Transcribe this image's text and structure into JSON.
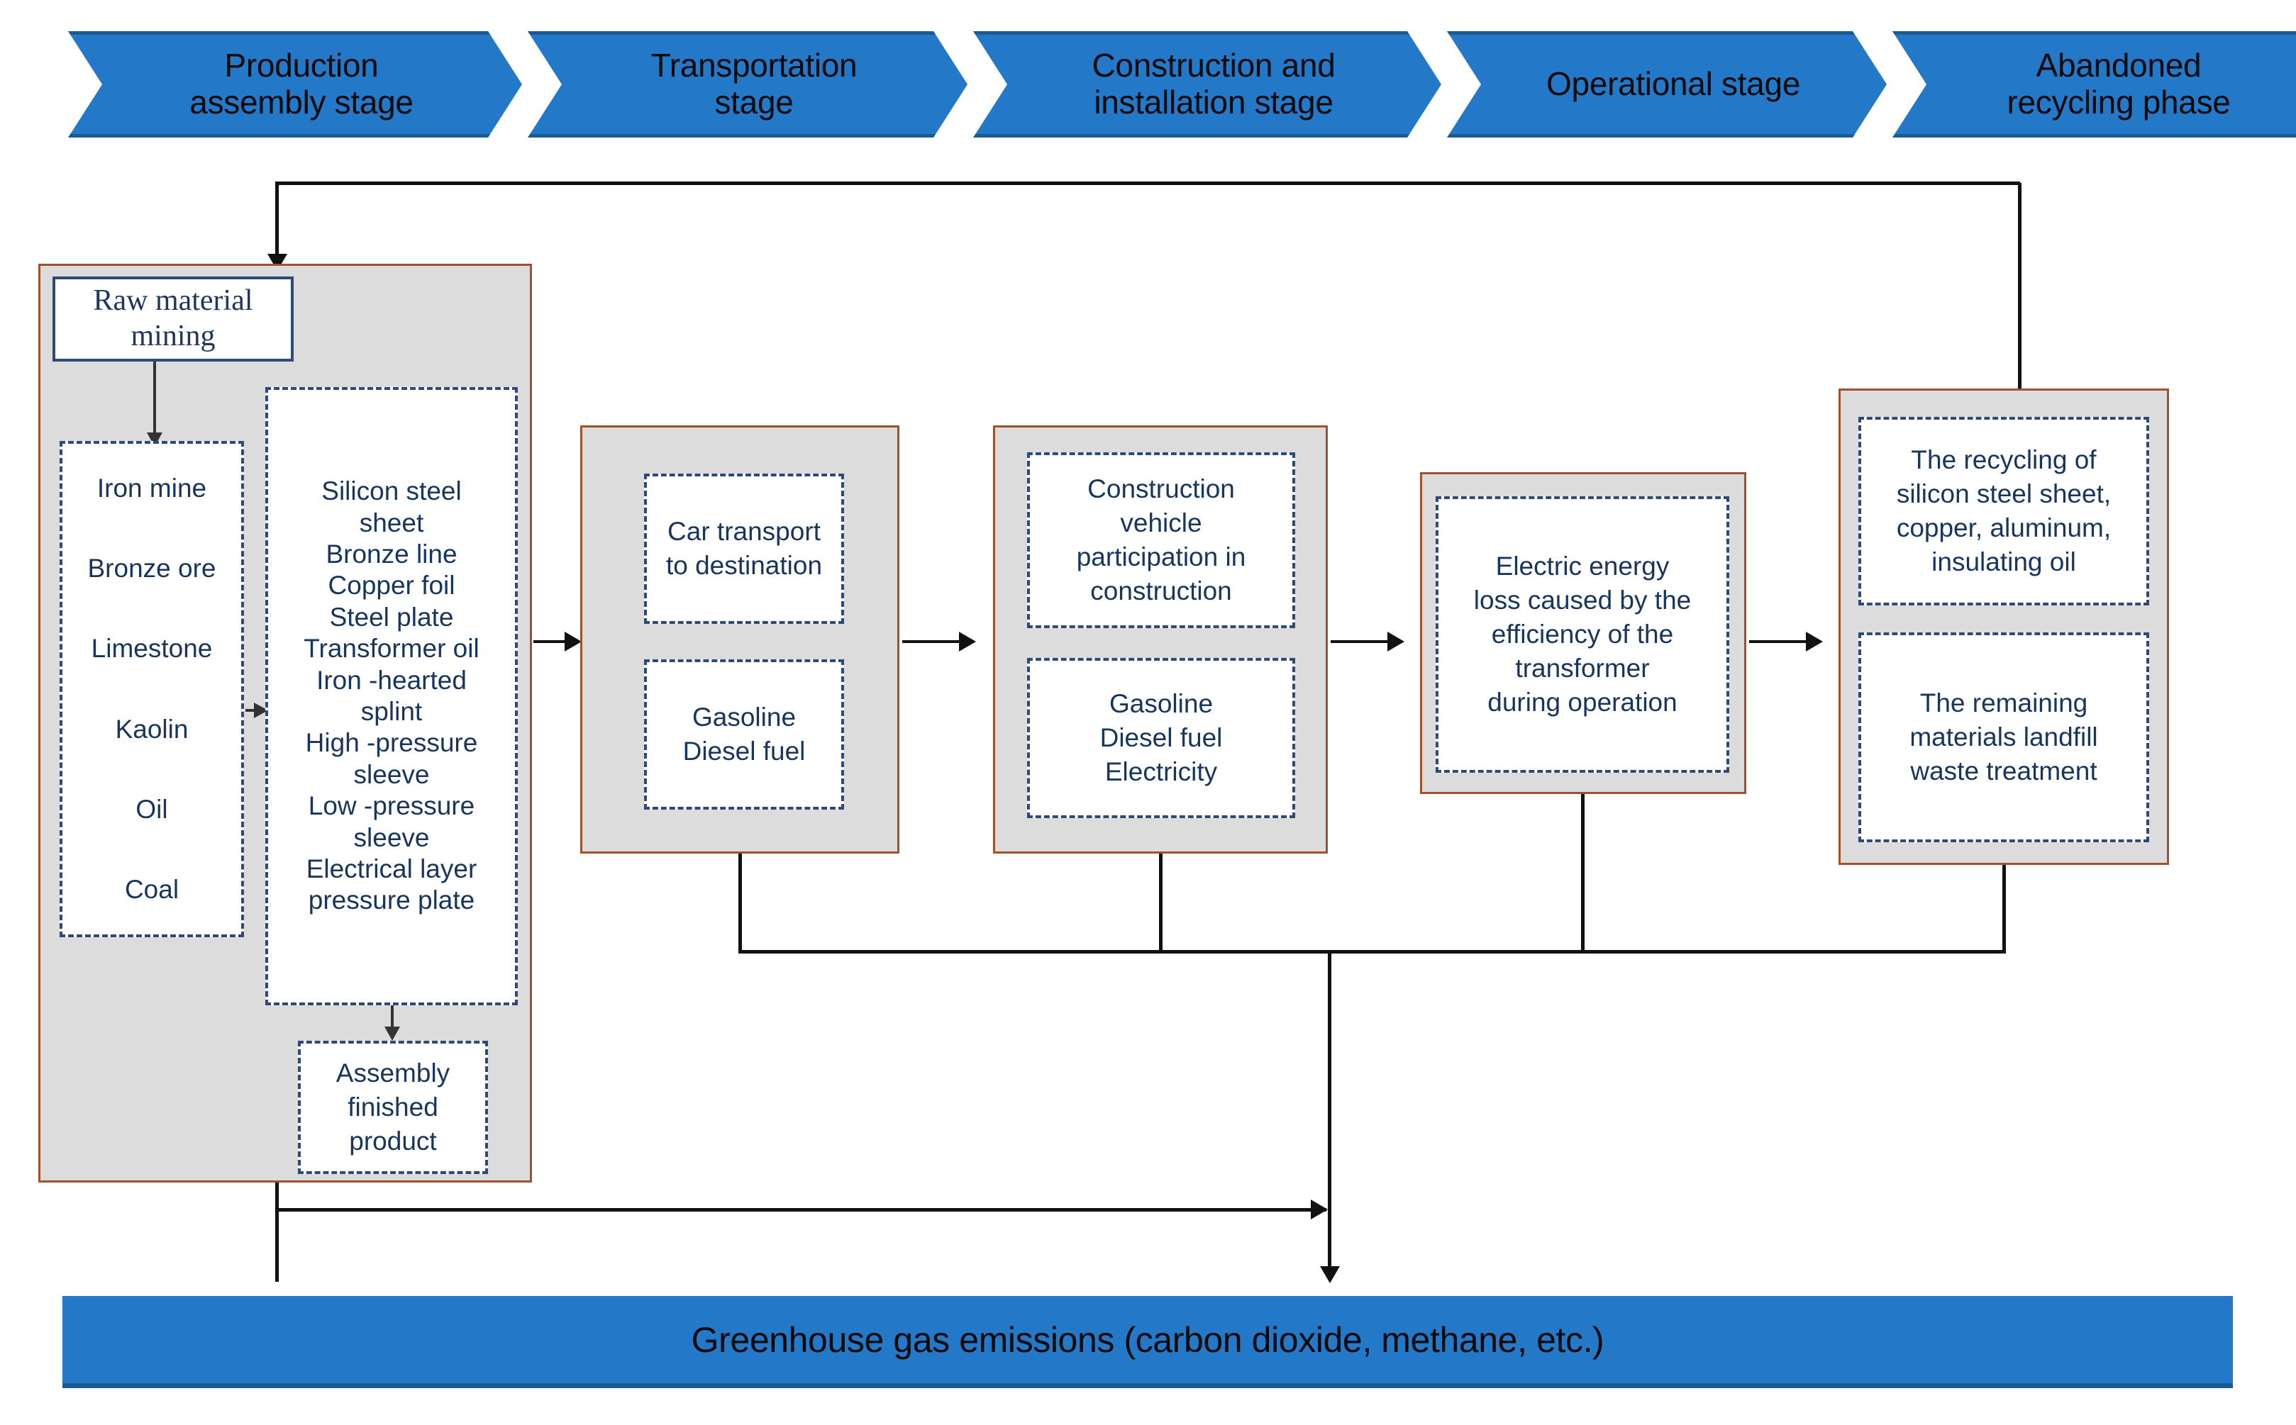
{
  "header": {
    "stages": [
      {
        "label": "Production\nassembly stage"
      },
      {
        "label": "Transportation\nstage"
      },
      {
        "label": "Construction and\ninstallation stage"
      },
      {
        "label": "Operational stage"
      },
      {
        "label": "Abandoned\nrecycling phase"
      }
    ]
  },
  "colors": {
    "chevron_blue": "#2378C8",
    "chevron_blue_dark": "#1C5A94",
    "stage_fill": "#DCDCDC",
    "stage_border": "#A0522D",
    "dashed_border": "#2E4B77",
    "text_navy": "#18355E",
    "line": "#111111"
  },
  "production_stage": {
    "mining_box": "Raw material\nmining",
    "raw_materials": [
      "Iron mine",
      "Bronze ore",
      "Limestone",
      "Kaolin",
      "Oil",
      "Coal"
    ],
    "components": [
      "Silicon steel",
      "sheet",
      "Bronze line",
      "Copper foil",
      "Steel plate",
      "Transformer oil",
      "Iron -hearted",
      "splint",
      "High -pressure",
      "sleeve",
      "Low -pressure",
      "sleeve",
      "Electrical layer",
      "pressure plate"
    ],
    "assembly_box": "Assembly\nfinished\nproduct"
  },
  "transportation_stage": {
    "activity": "Car transport\nto destination",
    "inputs": "Gasoline\nDiesel fuel"
  },
  "construction_stage": {
    "activity": "Construction\nvehicle\nparticipation in\nconstruction",
    "inputs": "Gasoline\nDiesel fuel\nElectricity"
  },
  "operational_stage": {
    "activity": "Electric energy\nloss caused by the\nefficiency of the\ntransformer\nduring operation"
  },
  "recycling_stage": {
    "recycled": "The recycling of\nsilicon steel sheet,\ncopper, aluminum,\ninsulating oil",
    "landfill": "The remaining\nmaterials landfill\nwaste treatment"
  },
  "footer": {
    "emissions_label": "Greenhouse gas emissions (carbon dioxide, methane, etc.)"
  }
}
